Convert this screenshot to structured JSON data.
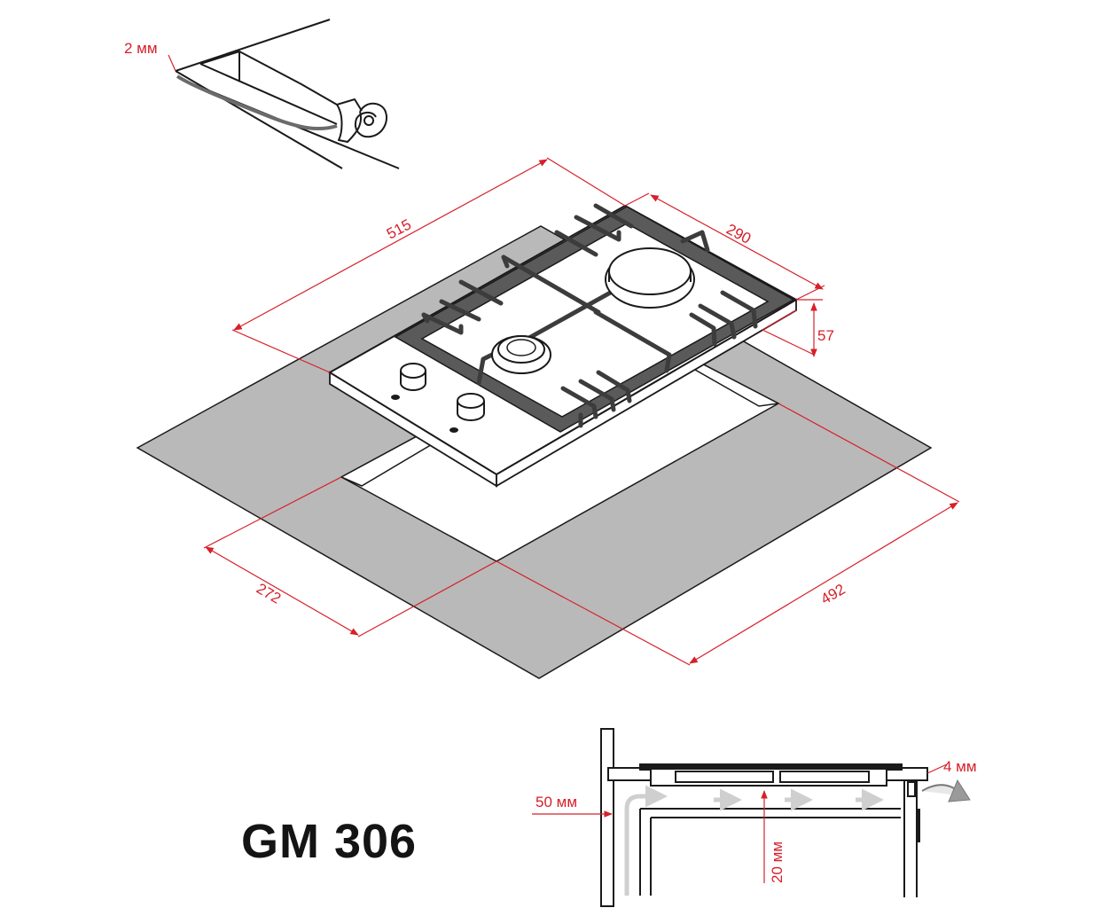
{
  "model_name": "GM 306",
  "dimensions": {
    "seal_thickness": "2 мм",
    "hob_width": "515",
    "hob_depth": "290",
    "hob_height": "57",
    "cutout_width": "492",
    "cutout_depth": "272",
    "rear_gap": "50 мм",
    "air_gap": "20 мм",
    "front_gap": "4 мм"
  },
  "colors": {
    "dimension": "#d6202a",
    "countertop": "#b9b9b9",
    "outline": "#1a1a1a",
    "airflow": "#cfcfcf"
  }
}
